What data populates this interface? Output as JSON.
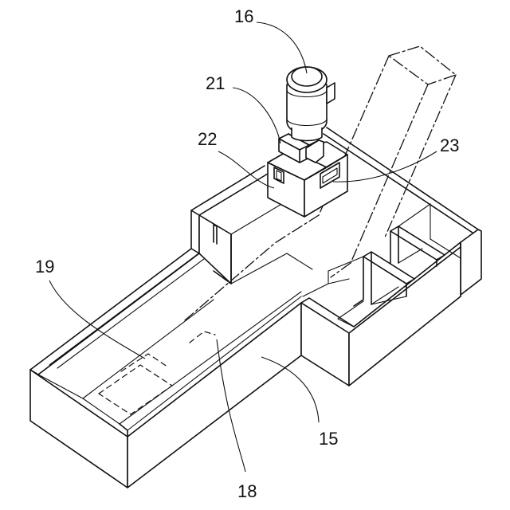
{
  "figure": {
    "labels": [
      {
        "id": "16",
        "text": "16"
      },
      {
        "id": "21",
        "text": "21"
      },
      {
        "id": "22",
        "text": "22"
      },
      {
        "id": "23",
        "text": "23"
      },
      {
        "id": "19",
        "text": "19"
      },
      {
        "id": "15",
        "text": "15"
      },
      {
        "id": "18",
        "text": "18"
      }
    ]
  }
}
